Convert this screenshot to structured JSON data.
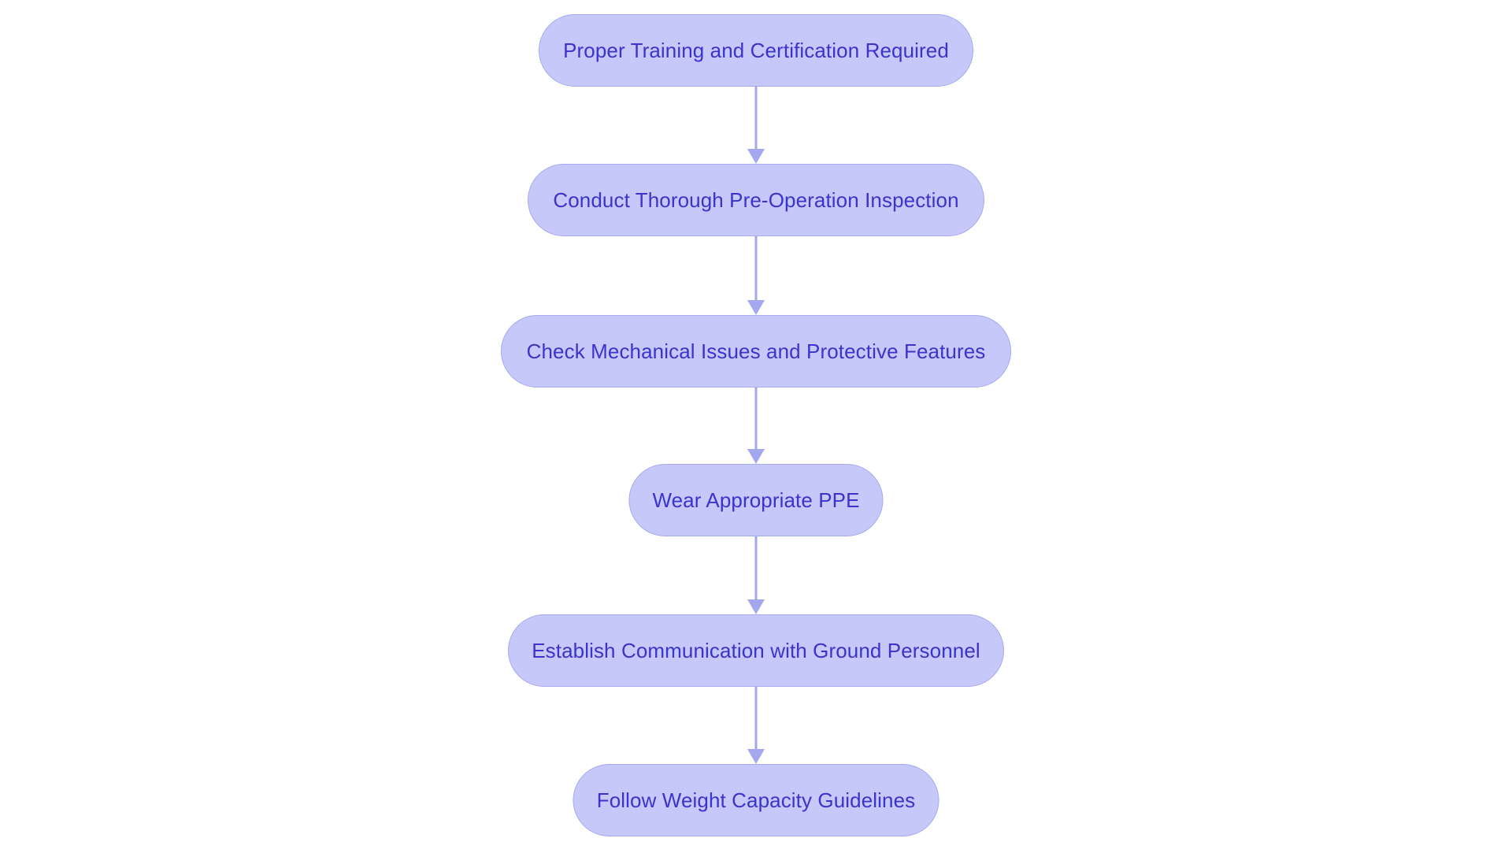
{
  "diagram": {
    "type": "flowchart",
    "orientation": "top-to-bottom",
    "background_color": "#ffffff",
    "node_fill_color": "#c5c8f8",
    "node_border_color": "#a5a9ee",
    "node_text_color": "#3b33cc",
    "connector_color": "#a3a7ee",
    "node_shape": "stadium",
    "nodes": [
      {
        "id": "n1",
        "label": "Proper Training and Certification Required"
      },
      {
        "id": "n2",
        "label": "Conduct Thorough Pre-Operation Inspection"
      },
      {
        "id": "n3",
        "label": "Check Mechanical Issues and Protective Features"
      },
      {
        "id": "n4",
        "label": "Wear Appropriate PPE"
      },
      {
        "id": "n5",
        "label": "Establish Communication with Ground Personnel"
      },
      {
        "id": "n6",
        "label": "Follow Weight Capacity Guidelines"
      }
    ],
    "edges": [
      {
        "id": "e1",
        "from": "n1",
        "to": "n2",
        "label": "",
        "arrow": "arrow-down-icon"
      },
      {
        "id": "e2",
        "from": "n2",
        "to": "n3",
        "label": "",
        "arrow": "arrow-down-icon"
      },
      {
        "id": "e3",
        "from": "n3",
        "to": "n4",
        "label": "",
        "arrow": "arrow-down-icon"
      },
      {
        "id": "e4",
        "from": "n4",
        "to": "n5",
        "label": "",
        "arrow": "arrow-down-icon"
      },
      {
        "id": "e5",
        "from": "n5",
        "to": "n6",
        "label": "",
        "arrow": "arrow-down-icon"
      }
    ]
  }
}
